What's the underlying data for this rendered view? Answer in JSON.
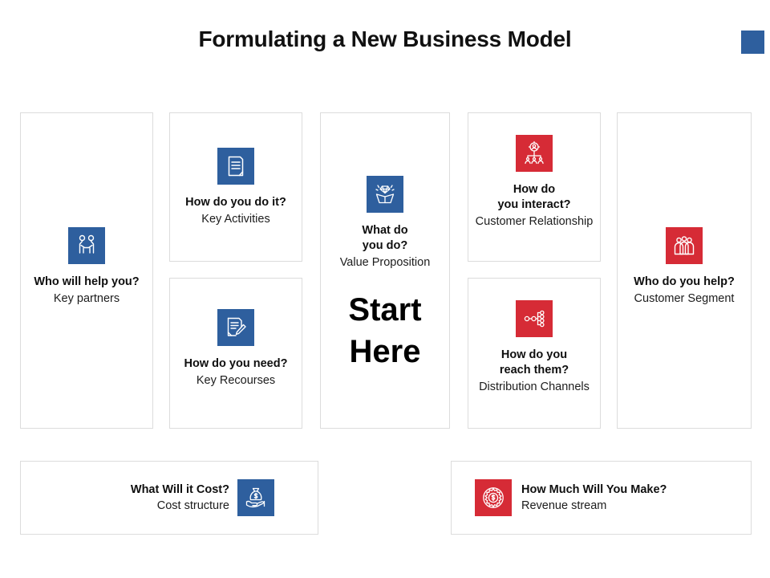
{
  "title": "Formulating a New Business Model",
  "accent_colors": {
    "blue": "#2e5f9e",
    "red": "#d62b36",
    "border": "#dcdcdc",
    "text": "#0f0f0f"
  },
  "center": {
    "start_here": "Start\nHere"
  },
  "blocks": {
    "key_partners": {
      "question": "Who will help you?",
      "label": "Key partners",
      "icon": "handshake-icon",
      "color": "#2e5f9e"
    },
    "key_activities": {
      "question": "How do you do it?",
      "label": "Key Activities",
      "icon": "document-lines-icon",
      "color": "#2e5f9e"
    },
    "key_resources": {
      "question": "How do you need?",
      "label": "Key Recourses",
      "icon": "document-pencil-icon",
      "color": "#2e5f9e"
    },
    "value_proposition": {
      "question": "What do\nyou do?",
      "label": "Value Proposition",
      "icon": "gift-box-gem-icon",
      "color": "#2e5f9e"
    },
    "customer_relationship": {
      "question": "How do\nyou interact?",
      "label": "Customer Relationship",
      "icon": "people-network-icon",
      "color": "#d62b36"
    },
    "distribution_channels": {
      "question": "How do you\nreach them?",
      "label": "Distribution Channels",
      "icon": "distribution-nodes-icon",
      "color": "#d62b36"
    },
    "customer_segment": {
      "question": "Who do you help?",
      "label": "Customer Segment",
      "icon": "people-group-icon",
      "color": "#d62b36"
    },
    "cost_structure": {
      "question": "What Will it Cost?",
      "label": "Cost structure",
      "icon": "hand-money-bag-icon",
      "color": "#2e5f9e"
    },
    "revenue_stream": {
      "question": "How Much Will You Make?",
      "label": "Revenue stream",
      "icon": "gear-dollar-icon",
      "color": "#d62b36"
    }
  }
}
